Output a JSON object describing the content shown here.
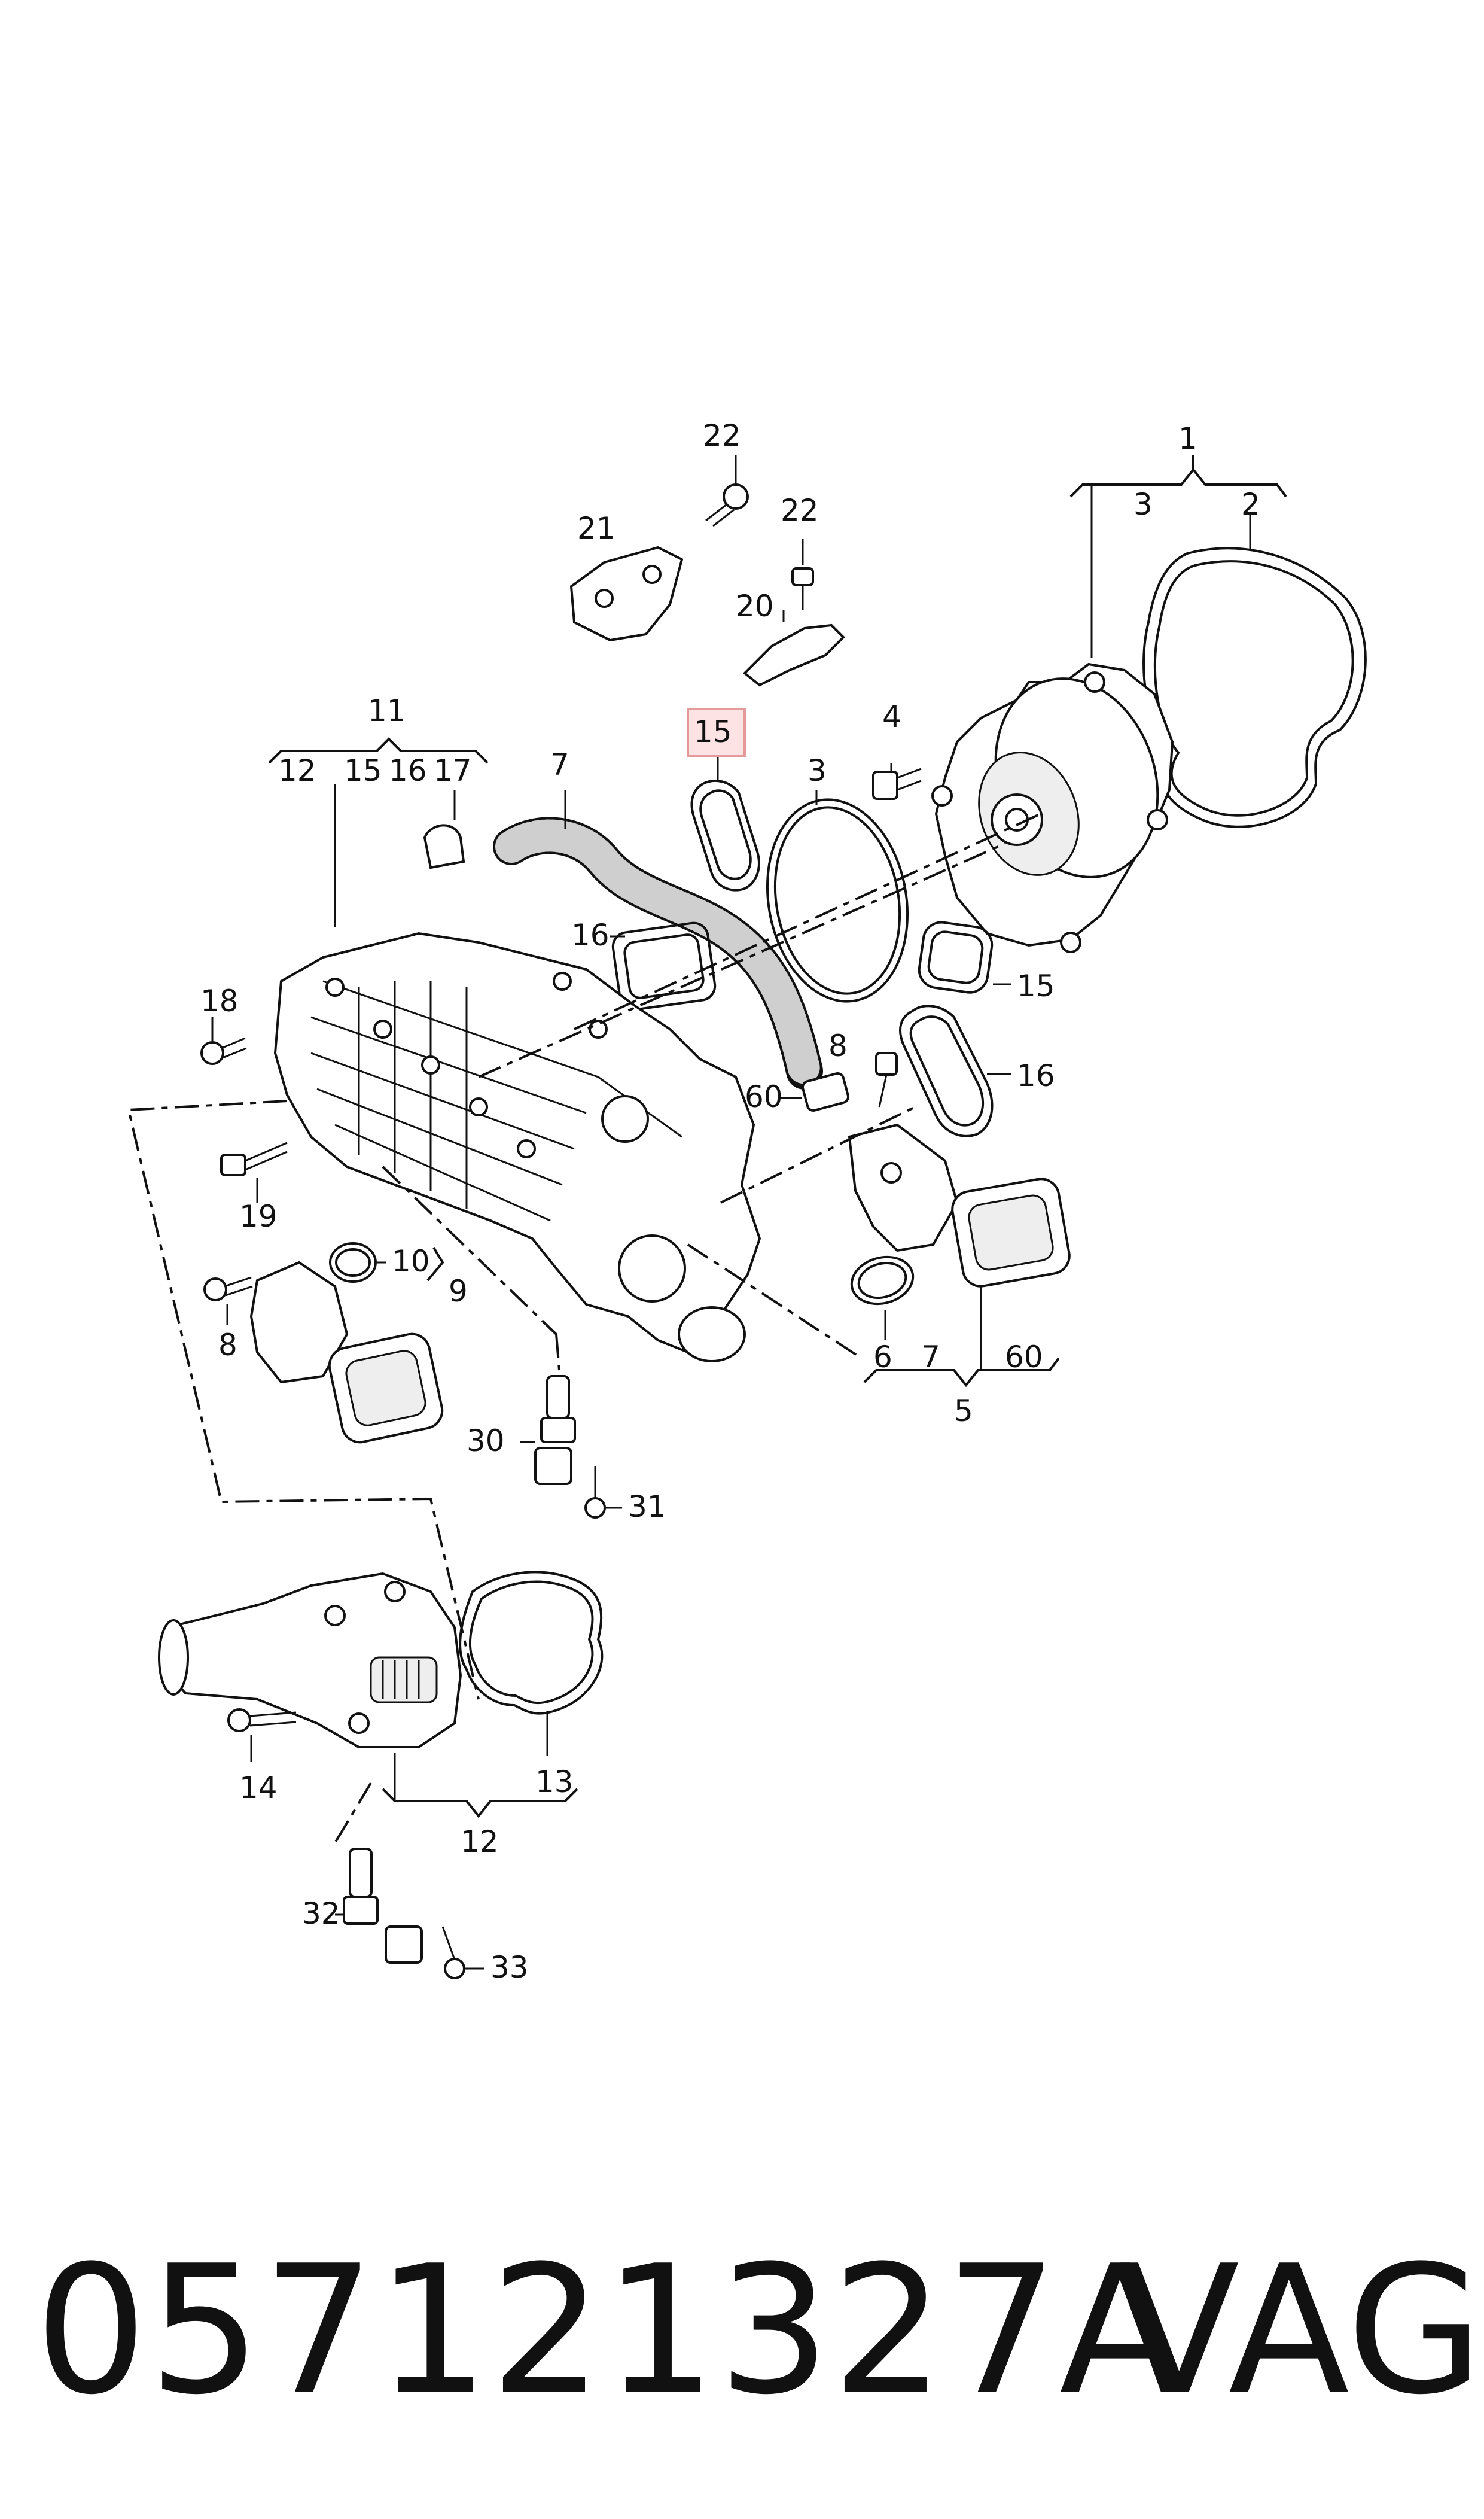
{
  "footer": {
    "part_number": "057121327A",
    "brand": "VAG"
  },
  "highlight": {
    "color_fill": "#fde3e3",
    "color_stroke": "#e49a9a",
    "label": "15"
  },
  "callouts": {
    "c1": "1",
    "c2": "2",
    "c3a": "3",
    "c3b": "3",
    "c4": "4",
    "c5": "5",
    "c6": "6",
    "c7a": "7",
    "c7b": "7",
    "c8a": "8",
    "c8b": "8",
    "c9": "9",
    "c10": "10",
    "c11": "11",
    "c12a": "12",
    "c12b": "12",
    "c13": "13",
    "c14": "14",
    "c15a": "15",
    "c15b": "15",
    "c15c": "15",
    "c16a": "16",
    "c16b": "16",
    "c16c": "16",
    "c17": "17",
    "c18": "18",
    "c19": "19",
    "c20": "20",
    "c21": "21",
    "c22a": "22",
    "c22b": "22",
    "c30": "30",
    "c31": "31",
    "c32": "32",
    "c33": "33",
    "c60a": "60",
    "c60b": "60"
  }
}
